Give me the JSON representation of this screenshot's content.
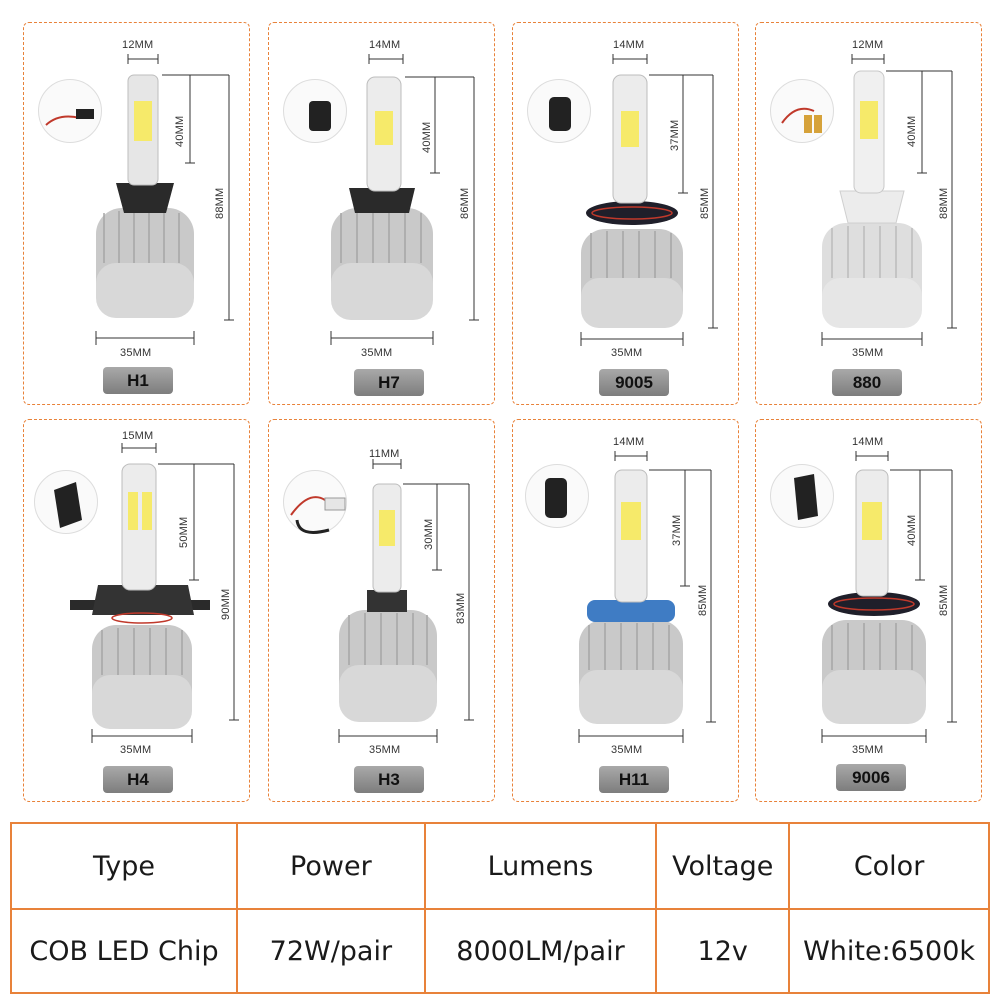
{
  "bulbs": [
    {
      "model": "H1",
      "width": "12MM",
      "upper": "40MM",
      "total": "88MM",
      "base": "35MM"
    },
    {
      "model": "H7",
      "width": "14MM",
      "upper": "40MM",
      "total": "86MM",
      "base": "35MM"
    },
    {
      "model": "9005",
      "width": "14MM",
      "upper": "37MM",
      "total": "85MM",
      "base": "35MM"
    },
    {
      "model": "880",
      "width": "12MM",
      "upper": "40MM",
      "total": "88MM",
      "base": "35MM"
    },
    {
      "model": "H4",
      "width": "15MM",
      "upper": "50MM",
      "total": "90MM",
      "base": "35MM"
    },
    {
      "model": "H3",
      "width": "11MM",
      "upper": "30MM",
      "total": "83MM",
      "base": "35MM"
    },
    {
      "model": "H11",
      "width": "14MM",
      "upper": "37MM",
      "total": "85MM",
      "base": "35MM"
    },
    {
      "model": "9006",
      "width": "14MM",
      "upper": "40MM",
      "total": "85MM",
      "base": "35MM"
    }
  ],
  "specs": {
    "headers": [
      "Type",
      "Power",
      "Lumens",
      "Voltage",
      "Color"
    ],
    "values": [
      "COB LED Chip",
      "72W/pair",
      "8000LM/pair",
      "12v",
      "White:6500k"
    ]
  },
  "colors": {
    "border": "#e8823a",
    "label_bg": "#8e8e8e",
    "chip": "#f6ea6a"
  }
}
